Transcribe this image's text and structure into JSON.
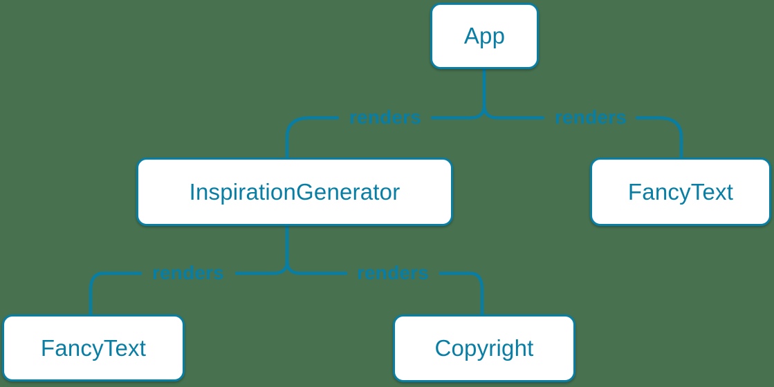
{
  "colors": {
    "background": "#47714f",
    "line": "#087ea4",
    "node_fill": "#ffffff",
    "node_border": "#087ea4",
    "node_text": "#087ea4",
    "edge_label_text": "#087ea4"
  },
  "diagram": {
    "type": "render-tree",
    "nodes": [
      {
        "id": "app",
        "label": "App"
      },
      {
        "id": "inspiration-generator",
        "label": "InspirationGenerator"
      },
      {
        "id": "fancy-text-top",
        "label": "FancyText"
      },
      {
        "id": "fancy-text-bottom",
        "label": "FancyText"
      },
      {
        "id": "copyright",
        "label": "Copyright"
      }
    ],
    "edges": [
      {
        "from": "App",
        "to": "InspirationGenerator",
        "label": "renders"
      },
      {
        "from": "App",
        "to": "FancyText",
        "label": "renders"
      },
      {
        "from": "InspirationGenerator",
        "to": "FancyText",
        "label": "renders"
      },
      {
        "from": "InspirationGenerator",
        "to": "Copyright",
        "label": "renders"
      }
    ]
  }
}
